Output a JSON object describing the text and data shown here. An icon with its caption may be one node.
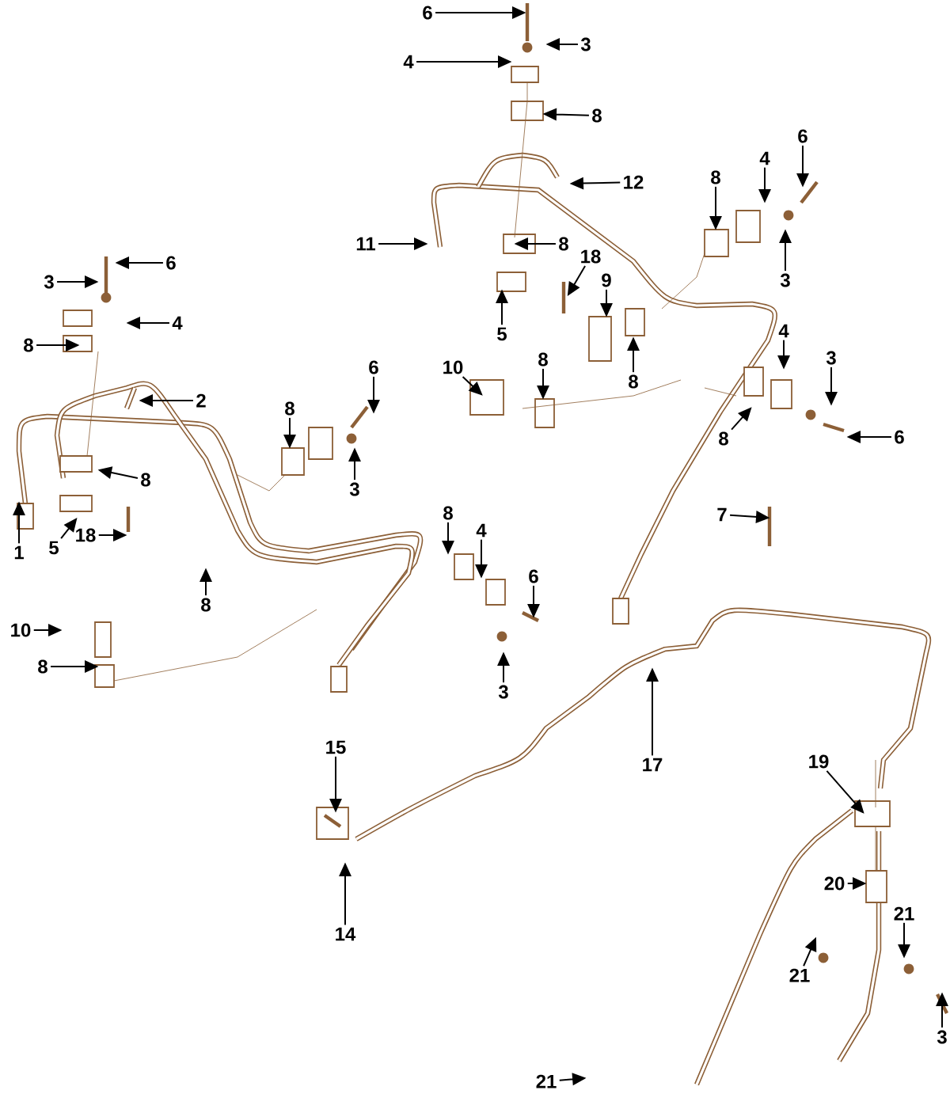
{
  "diagram": {
    "nodes": [
      {
        "text": [
          "6"
        ]
      },
      {
        "text": [
          "3"
        ]
      },
      {
        "text": [
          "4"
        ]
      },
      {
        "text": [
          "8"
        ]
      },
      {
        "text": [
          "12"
        ]
      },
      {
        "text": [
          "11"
        ]
      },
      {
        "text": [
          "8"
        ]
      },
      {
        "text": [
          "8"
        ]
      },
      {
        "text": [
          "4"
        ]
      },
      {
        "text": [
          "6"
        ]
      },
      {
        "text": [
          "6"
        ]
      },
      {
        "text": [
          "3"
        ]
      },
      {
        "text": [
          "18"
        ]
      },
      {
        "text": [
          "9"
        ]
      },
      {
        "text": [
          "3"
        ]
      },
      {
        "text": [
          "5"
        ]
      },
      {
        "text": [
          "4"
        ]
      },
      {
        "text": [
          "8"
        ]
      },
      {
        "text": [
          "10"
        ]
      },
      {
        "text": [
          "8"
        ]
      },
      {
        "text": [
          "8"
        ]
      },
      {
        "text": [
          "4"
        ]
      },
      {
        "text": [
          "3"
        ]
      },
      {
        "text": [
          "2"
        ]
      },
      {
        "text": [
          "6"
        ]
      },
      {
        "text": [
          "8"
        ]
      },
      {
        "text": [
          "8"
        ]
      },
      {
        "text": [
          "6"
        ]
      },
      {
        "text": [
          "8"
        ]
      },
      {
        "text": [
          "3"
        ]
      },
      {
        "text": [
          "3"
        ]
      },
      {
        "text": [
          "5"
        ]
      },
      {
        "text": [
          "18"
        ]
      },
      {
        "text": [
          "1"
        ]
      },
      {
        "text": [
          "7"
        ]
      },
      {
        "text": [
          "8"
        ]
      },
      {
        "text": [
          "4"
        ]
      },
      {
        "text": [
          "6"
        ]
      },
      {
        "text": [
          "8"
        ]
      },
      {
        "text": [
          "10"
        ]
      },
      {
        "text": [
          "8"
        ]
      },
      {
        "text": [
          "15"
        ]
      },
      {
        "text": [
          "17"
        ]
      },
      {
        "text": [
          "19"
        ]
      },
      {
        "text": [
          "20"
        ]
      },
      {
        "text": [
          "14"
        ]
      },
      {
        "text": [
          "21"
        ]
      },
      {
        "text": [
          "21"
        ]
      },
      {
        "text": [
          "21"
        ]
      },
      {
        "text": [
          "3"
        ]
      }
    ],
    "edges": [
      {
        "from": 0,
        "to": null,
        "arrow": "to"
      },
      {
        "from": 1,
        "to": null,
        "arrow": "to"
      },
      {
        "from": 2,
        "to": null,
        "arrow": "to"
      },
      {
        "from": 3,
        "to": null,
        "arrow": "to"
      },
      {
        "from": 4,
        "to": null,
        "arrow": "to"
      },
      {
        "from": 5,
        "to": null,
        "arrow": "to"
      },
      {
        "from": 6,
        "to": null,
        "arrow": "to"
      },
      {
        "from": 7,
        "to": null,
        "arrow": "to"
      },
      {
        "from": 8,
        "to": null,
        "arrow": "to"
      },
      {
        "from": 9,
        "to": null,
        "arrow": "to"
      },
      {
        "from": 10,
        "to": null,
        "arrow": "to"
      },
      {
        "from": 11,
        "to": null,
        "arrow": "to"
      },
      {
        "from": 12,
        "to": null,
        "arrow": "to"
      },
      {
        "from": 13,
        "to": null,
        "arrow": "to"
      },
      {
        "from": 14,
        "to": null,
        "arrow": "to"
      },
      {
        "from": 15,
        "to": null,
        "arrow": "to"
      },
      {
        "from": 16,
        "to": null,
        "arrow": "to"
      },
      {
        "from": 17,
        "to": null,
        "arrow": "to"
      },
      {
        "from": 18,
        "to": null,
        "arrow": "to"
      },
      {
        "from": 19,
        "to": null,
        "arrow": "to"
      },
      {
        "from": 20,
        "to": null,
        "arrow": "to"
      },
      {
        "from": 21,
        "to": null,
        "arrow": "to"
      },
      {
        "from": 22,
        "to": null,
        "arrow": "to"
      },
      {
        "from": 23,
        "to": null,
        "arrow": "to"
      },
      {
        "from": 24,
        "to": null,
        "arrow": "to"
      },
      {
        "from": 25,
        "to": null,
        "arrow": "to"
      },
      {
        "from": 26,
        "to": null,
        "arrow": "to"
      },
      {
        "from": 27,
        "to": null,
        "arrow": "to"
      },
      {
        "from": 28,
        "to": null,
        "arrow": "to"
      },
      {
        "from": 29,
        "to": null,
        "arrow": "to"
      },
      {
        "from": 30,
        "to": null,
        "arrow": "to"
      },
      {
        "from": 31,
        "to": null,
        "arrow": "to"
      },
      {
        "from": 32,
        "to": null,
        "arrow": "to"
      },
      {
        "from": 33,
        "to": null,
        "arrow": "to"
      },
      {
        "from": 34,
        "to": null,
        "arrow": "to"
      },
      {
        "from": 35,
        "to": null,
        "arrow": "to"
      },
      {
        "from": 36,
        "to": null,
        "arrow": "to"
      },
      {
        "from": 37,
        "to": null,
        "arrow": "to"
      },
      {
        "from": 38,
        "to": null,
        "arrow": "to"
      },
      {
        "from": 39,
        "to": null,
        "arrow": "to"
      },
      {
        "from": 40,
        "to": null,
        "arrow": "to"
      },
      {
        "from": 41,
        "to": null,
        "arrow": "to"
      },
      {
        "from": 42,
        "to": null,
        "arrow": "to"
      },
      {
        "from": 43,
        "to": null,
        "arrow": "to"
      },
      {
        "from": 44,
        "to": null,
        "arrow": "to"
      },
      {
        "from": 45,
        "to": null,
        "arrow": "to"
      },
      {
        "from": 46,
        "to": null,
        "arrow": "to"
      },
      {
        "from": 47,
        "to": null,
        "arrow": "to"
      },
      {
        "from": 48,
        "to": null,
        "arrow": "to"
      },
      {
        "from": 49,
        "to": null,
        "arrow": "to"
      }
    ]
  }
}
